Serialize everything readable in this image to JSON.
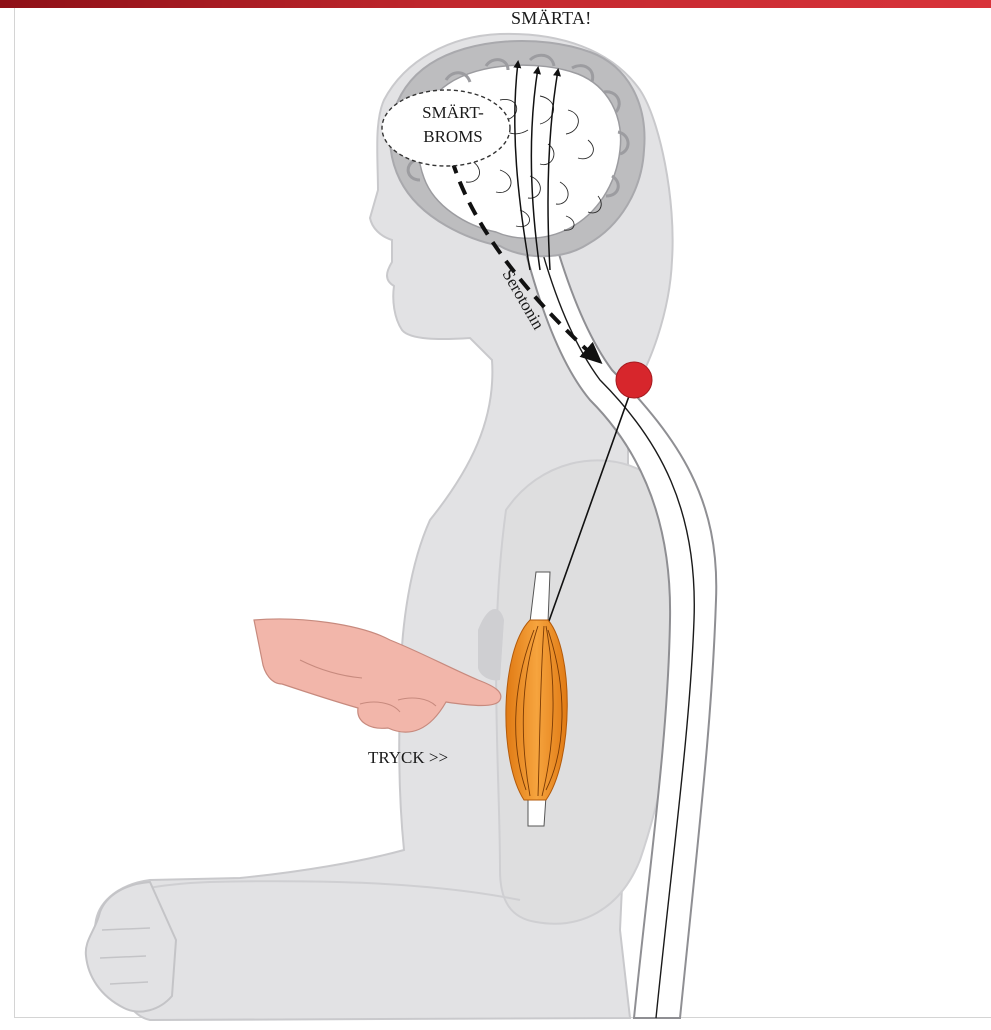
{
  "labels": {
    "pain": "SMÄRTA!",
    "pain_brake_line1": "SMÄRT-",
    "pain_brake_line2": "BROMS",
    "serotonin": "Serotonin",
    "press": "TRYCK >>"
  },
  "colors": {
    "accent_bar": "#c1272d",
    "body": "#e2e2e4",
    "body_outline": "#c9c9cc",
    "brain_tissue": "#ffffff",
    "brain_cortex": "#bdbdbf",
    "spinal_cord": "#ffffff",
    "nerve_node": "#d7262c",
    "muscle": "#f0962e",
    "hand": "#f2b6aa"
  }
}
